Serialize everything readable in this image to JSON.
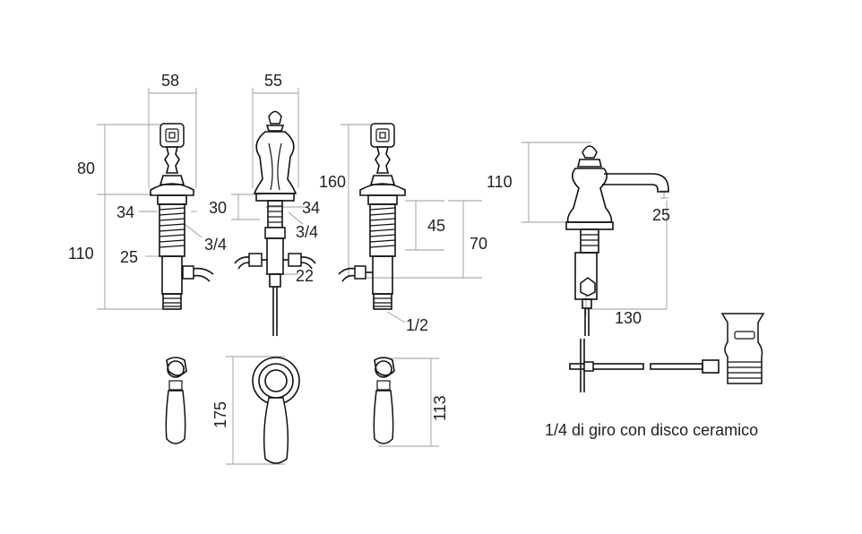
{
  "caption": "1/4 di giro con disco ceramico",
  "dimensions": {
    "width_handle_a": "58",
    "width_spout": "55",
    "height_top_a": "80",
    "height_lower_a": "110",
    "thread_a": "34",
    "pipe_a": "25",
    "thread_size_a": "3/4",
    "spout_short": "30",
    "thread_b": "34",
    "thread_size_b": "3/4",
    "outlet_b": "22",
    "height_c": "160",
    "depth_c": "45",
    "depth_c2": "70",
    "conn_c": "1/2",
    "handle_len": "175",
    "handle_len2": "113",
    "side_height": "110",
    "side_spout_drop": "25",
    "side_reach": "130"
  }
}
